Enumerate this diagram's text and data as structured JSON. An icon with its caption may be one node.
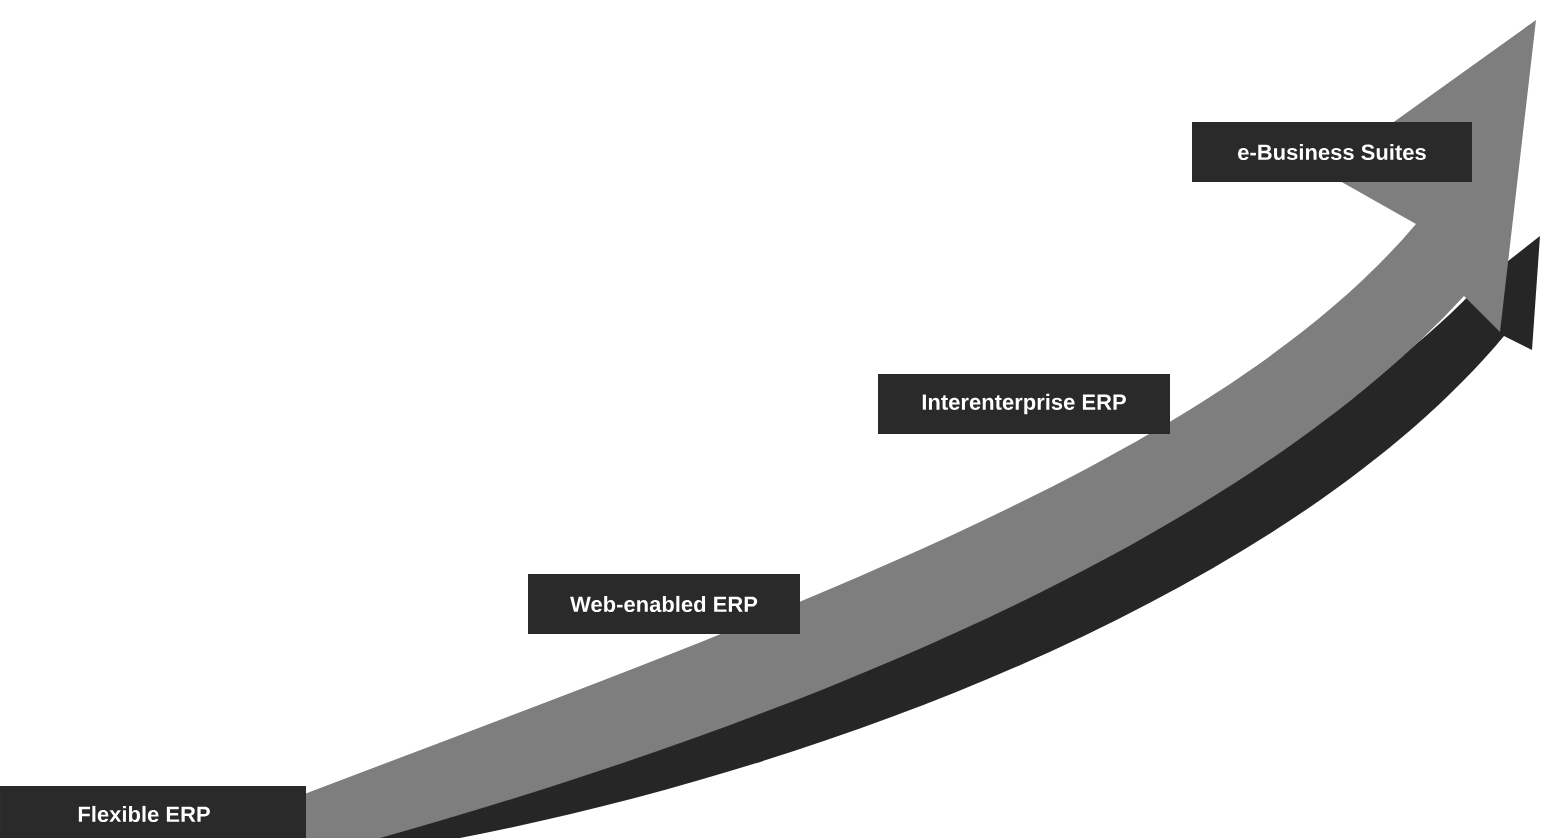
{
  "diagram": {
    "nodes": [
      {
        "text": [
          "Flexible ERP"
        ]
      },
      {
        "text": [
          "Web-enabled ERP"
        ]
      },
      {
        "text": [
          "Interenterprise ERP"
        ]
      },
      {
        "text": [
          "e-Business Suites"
        ]
      }
    ]
  }
}
